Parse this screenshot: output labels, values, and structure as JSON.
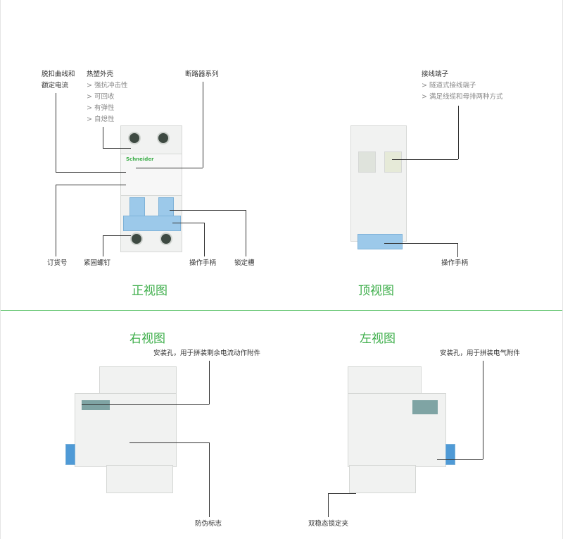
{
  "front": {
    "title": "正视图",
    "labels": {
      "curve": [
        "脱扣曲线和",
        "额定电流"
      ],
      "shell": "热塑外壳",
      "shell_features": [
        "> 强抗冲击性",
        "> 可回收",
        "> 有弹性",
        "> 自熄性"
      ],
      "series": "断路器系列",
      "order": "订货号",
      "screw": "紧固螺钉",
      "handle": "操作手柄",
      "lock": "锁定槽"
    },
    "brand": "Schneider"
  },
  "top": {
    "title": "顶视图",
    "labels": {
      "terminal": "接线端子",
      "terminal_features": [
        "> 隧道式接线端子",
        "> 满足线缆和母排两种方式"
      ],
      "handle": "操作手柄"
    }
  },
  "right": {
    "title": "右视图",
    "labels": {
      "hole": "安装孔，用于拼装剩余电流动作附件",
      "anti": "防伪标志"
    }
  },
  "left": {
    "title": "左视图",
    "labels": {
      "hole": "安装孔，用于拼装电气附件",
      "clip": "双稳态锁定夹"
    }
  },
  "colors": {
    "accent": "#3dae4a",
    "divider": "#5cc36a",
    "handle": "#9cc9ea"
  }
}
